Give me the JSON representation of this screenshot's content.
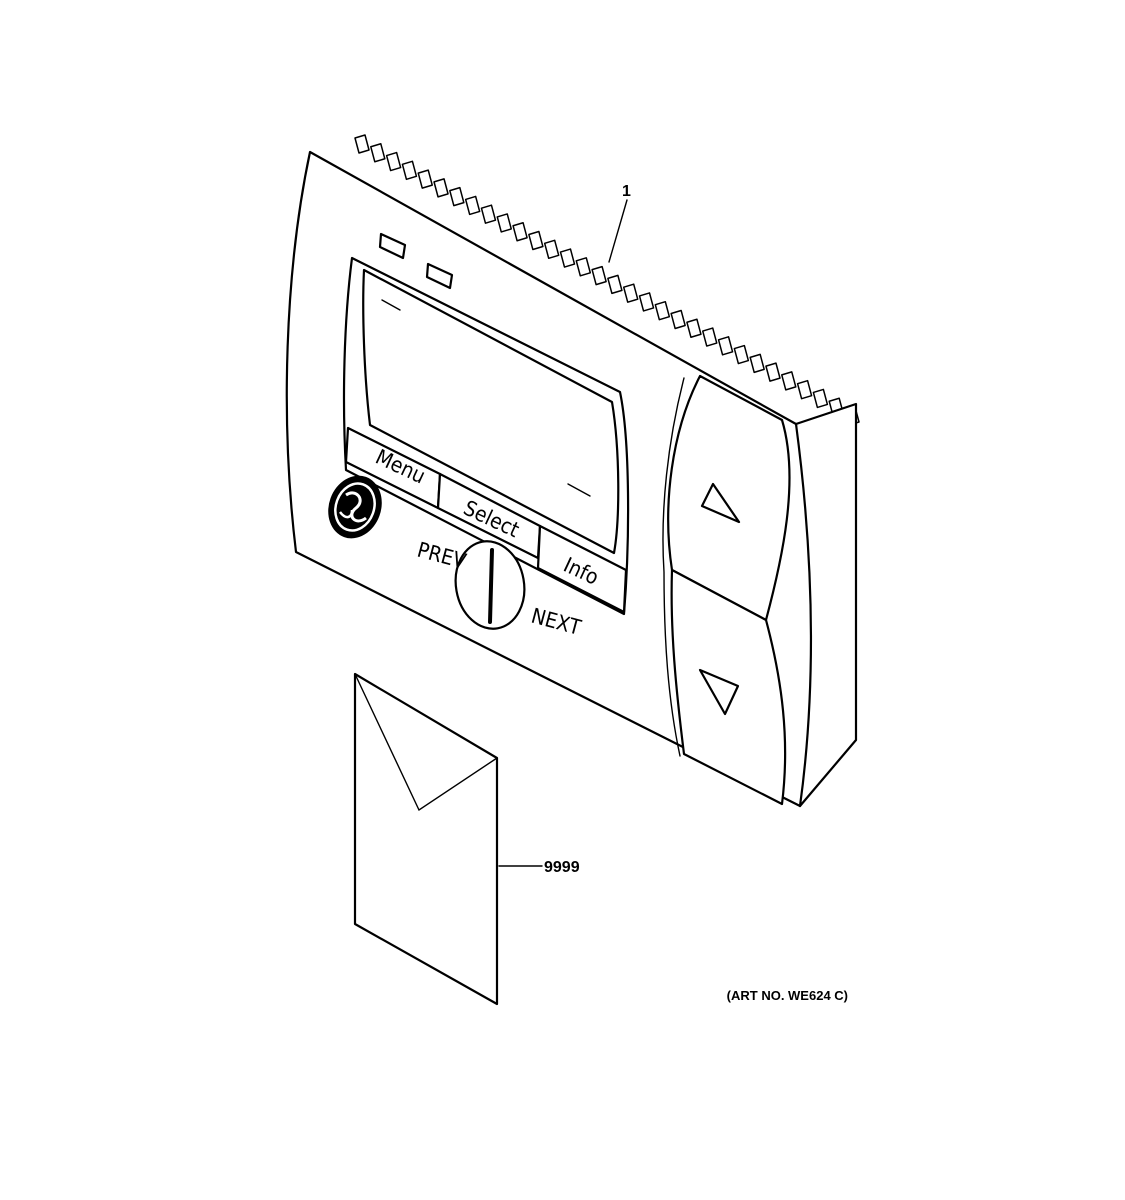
{
  "diagram": {
    "buttons": {
      "menu": "Menu",
      "select": "Select",
      "info": "Info",
      "prev": "PREV",
      "next": "NEXT"
    },
    "callouts": {
      "thermostat": "1",
      "literature": "9999"
    },
    "art_number": "(ART NO. WE624 C)",
    "icons": [
      "ge-logo-icon",
      "up-arrow-icon",
      "down-arrow-icon",
      "selector-dial-icon"
    ]
  }
}
